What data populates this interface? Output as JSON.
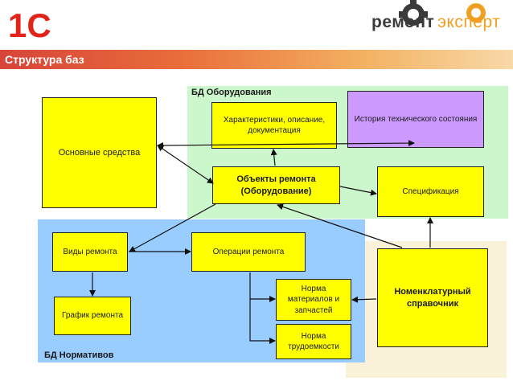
{
  "header": {
    "logo_1c": "1С",
    "brand_word1": "ремонт",
    "brand_word2": "эксперт"
  },
  "title": "Структура баз",
  "regions": {
    "oborudovanie": "БД Оборудования",
    "normativy": "БД Нормативов"
  },
  "nodes": {
    "osnovnye_sredstva": "Основные средства",
    "harakteristiki": "Характеристики, описание, документация",
    "istoriya": "История технического состояния",
    "obekty_remonta": "Объекты ремонта (Оборудование)",
    "specifikaciya": "Спецификация",
    "vidy_remonta": "Виды ремонта",
    "operacii_remonta": "Операции ремонта",
    "grafik_remonta": "График ремонта",
    "norma_materialov": "Норма материалов и запчастей",
    "norma_trudoemkosti": "Норма трудоемкости",
    "nomenklaturnyi": "Номенклатурный справочник"
  },
  "colors": {
    "title_bar": "#d8443a",
    "region_oborudovanie": "#ccf6cc",
    "region_normativy": "#99ccff",
    "box_yellow": "#ffff00",
    "box_lilac": "#cc99ff",
    "logo_red": "#e2231a"
  }
}
